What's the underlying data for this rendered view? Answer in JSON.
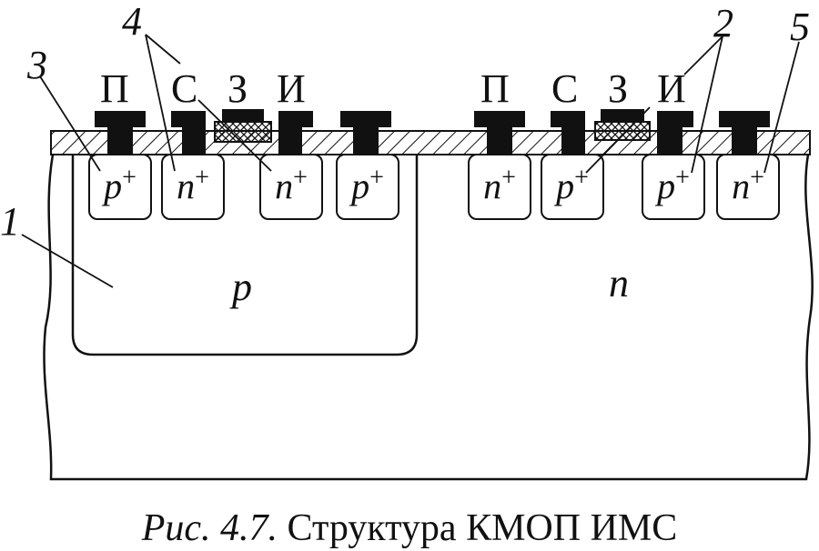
{
  "terminals_left": {
    "p": "П",
    "s": "С",
    "z": "З",
    "i": "И"
  },
  "terminals_right": {
    "p": "П",
    "s": "С",
    "z": "З",
    "i": "И"
  },
  "callouts": {
    "c1": "1",
    "c2": "2",
    "c3": "3",
    "c4": "4",
    "c5": "5"
  },
  "regions_left": {
    "r1": "p+",
    "r2": "n+",
    "r3": "n+",
    "r4": "p+"
  },
  "regions_right": {
    "r1": "n+",
    "r2": "p+",
    "r3": "p+",
    "r4": "n+"
  },
  "well_label": "p",
  "substrate_label": "n",
  "caption": {
    "prefix": "Рис. 4.7.",
    "title": "Структура КМОП ИМС"
  },
  "colors": {
    "ink": "#111111",
    "background": "#ffffff"
  }
}
